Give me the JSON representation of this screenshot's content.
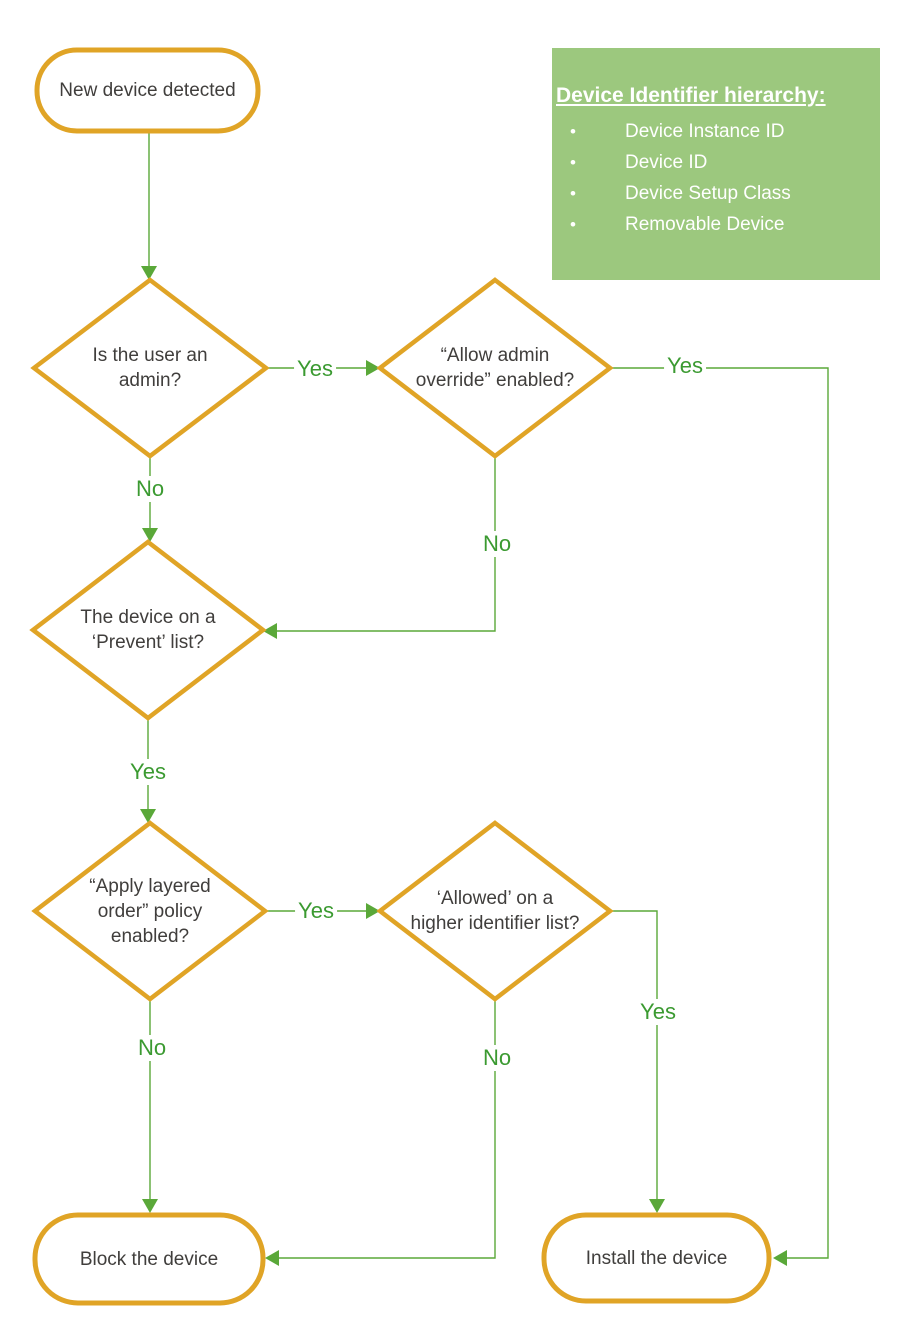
{
  "colors": {
    "node_border_orange": "#E0A426",
    "connector_green": "#5AA839",
    "edge_label_green": "#3B9A31",
    "node_text": "#403E3C",
    "info_box_bg": "#9CC87E",
    "info_box_text": "#FFFFFF"
  },
  "flowchart": {
    "start": {
      "label": "New device detected"
    },
    "decisions": [
      {
        "label": "Is the user an admin?"
      },
      {
        "label": "“Allow admin override” enabled?"
      },
      {
        "label": "The device on a ‘Prevent’ list?"
      },
      {
        "label": "“Apply layered order” policy enabled?"
      },
      {
        "label": "‘Allowed’ on a higher identifier list?"
      }
    ],
    "terminals": [
      {
        "label": "Block the device"
      },
      {
        "label": "Install the device"
      }
    ],
    "edges": {
      "admin_yes": "Yes",
      "admin_no": "No",
      "override_yes": "Yes",
      "override_no": "No",
      "prevent_yes": "Yes",
      "layered_yes": "Yes",
      "layered_no": "No",
      "allowed_yes": "Yes",
      "allowed_no": "No"
    },
    "info_box": {
      "title": "Device Identifier hierarchy:",
      "items": [
        "Device Instance ID",
        "Device ID",
        "Device Setup Class",
        "Removable Device"
      ]
    }
  }
}
